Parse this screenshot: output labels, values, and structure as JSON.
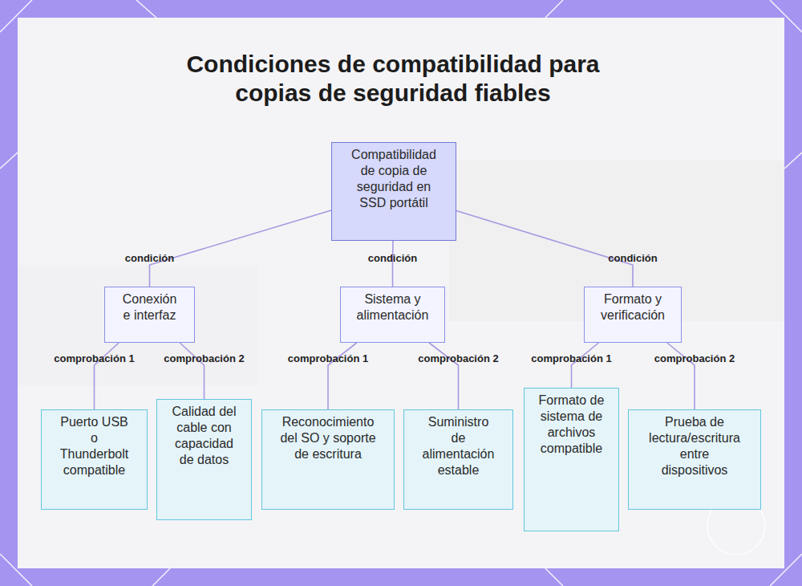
{
  "diagram": {
    "title": "Condiciones de compatibilidad para copias de seguridad fiables",
    "nodes": [
      {
        "text": [
          "Compatibilidad de copia de seguridad en SSD portátil"
        ]
      },
      {
        "text": [
          "Conexión e interfaz"
        ]
      },
      {
        "text": [
          "Sistema y alimentación"
        ]
      },
      {
        "text": [
          "Formato y verificación"
        ]
      },
      {
        "text": [
          "Puerto USB o Thunderbolt compatible"
        ]
      },
      {
        "text": [
          "Calidad del cable con capacidad de datos"
        ]
      },
      {
        "text": [
          "Reconocimiento del SO y soporte de escritura"
        ]
      },
      {
        "text": [
          "Suministro de alimentación estable"
        ]
      },
      {
        "text": [
          "Formato de sistema de archivos compatible"
        ]
      },
      {
        "text": [
          "Prueba de lectura/escritura entre dispositivos"
        ]
      }
    ],
    "edges": [
      {
        "from": 0,
        "to": 1,
        "label": "condición",
        "arrow": "none"
      },
      {
        "from": 0,
        "to": 2,
        "label": "condición",
        "arrow": "none"
      },
      {
        "from": 0,
        "to": 3,
        "label": "condición",
        "arrow": "none"
      },
      {
        "from": 1,
        "to": 4,
        "label": "comprobación 1",
        "arrow": "none"
      },
      {
        "from": 1,
        "to": 5,
        "label": "comprobación 2",
        "arrow": "none"
      },
      {
        "from": 2,
        "to": 6,
        "label": "comprobación 1",
        "arrow": "none"
      },
      {
        "from": 2,
        "to": 7,
        "label": "comprobación 2",
        "arrow": "none"
      },
      {
        "from": 3,
        "to": 8,
        "label": "comprobación 1",
        "arrow": "none"
      },
      {
        "from": 3,
        "to": 9,
        "label": "comprobación 2",
        "arrow": "none"
      }
    ]
  }
}
